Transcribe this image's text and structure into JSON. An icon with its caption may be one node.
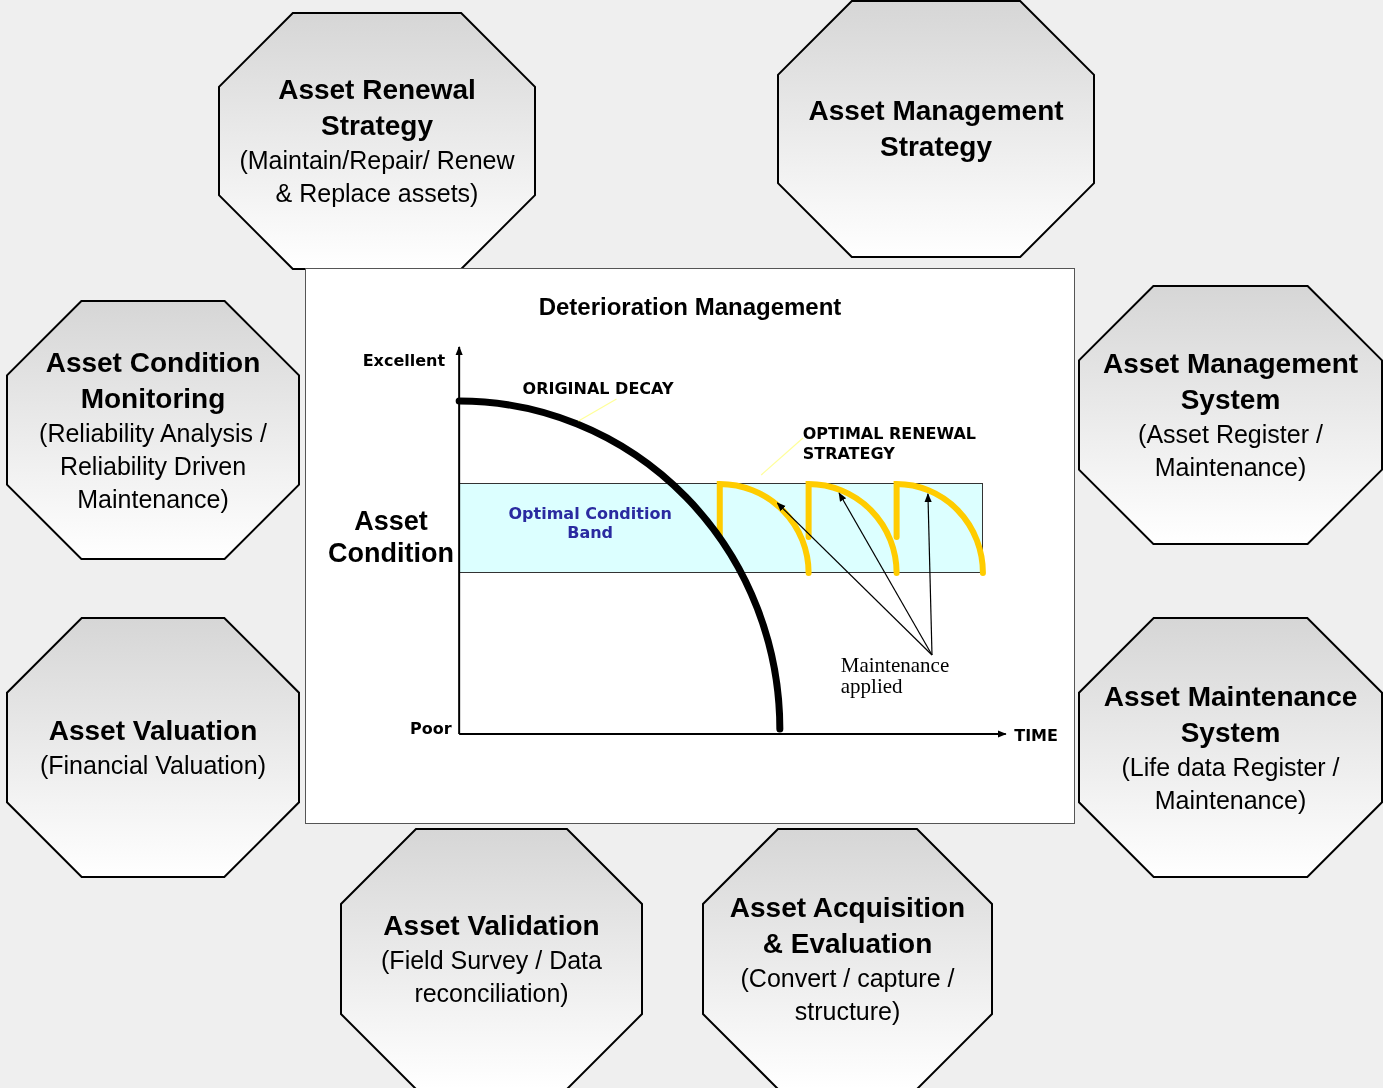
{
  "diagram": {
    "nodes": [
      {
        "text": [
          "Asset Renewal Strategy",
          "(Maintain/Repair/ Renew & Replace assets)"
        ]
      },
      {
        "text": [
          "Asset Management Strategy"
        ]
      },
      {
        "text": [
          "Asset Management System",
          "(Asset Register / Maintenance)"
        ]
      },
      {
        "text": [
          "Asset Condition Monitoring",
          "(Reliability Analysis / Reliability Driven Maintenance)"
        ]
      },
      {
        "text": [
          "Deterioration Management"
        ]
      },
      {
        "text": [
          "Optimal Condition Band"
        ],
        "in": 4
      },
      {
        "text": [
          "ORIGINAL DECAY"
        ],
        "in": 4
      },
      {
        "text": [
          "OPTIMAL RENEWAL STRATEGY"
        ],
        "in": 4
      },
      {
        "text": [
          "Maintenance applied"
        ],
        "in": 4
      },
      {
        "text": [
          "Asset Valuation",
          "(Financial Valuation)"
        ]
      },
      {
        "text": [
          "Asset Maintenance System",
          "(Life data Register / Maintenance)"
        ]
      },
      {
        "text": [
          "Asset Validation",
          "(Field Survey / Data reconciliation)"
        ]
      },
      {
        "text": [
          "Asset Acquisition & Evaluation",
          "(Convert / capture / structure)"
        ]
      },
      {
        "text": [],
        "shape": "curve",
        "in": 4
      },
      {
        "text": [],
        "shape": "curve",
        "in": 5
      }
    ],
    "edges": [
      {
        "from": 6,
        "to": 13,
        "arrow": "none",
        "color": "#ffff99"
      },
      {
        "from": 7,
        "to": 14,
        "arrow": "none",
        "color": "#ffff99"
      },
      {
        "from": 8,
        "to": 14,
        "arrow": "to"
      },
      {
        "from": 8,
        "to": 14,
        "arrow": "to"
      },
      {
        "from": 8,
        "to": 14,
        "arrow": "to"
      }
    ],
    "labels": [
      "Excellent",
      "Asset Condition",
      "Poor",
      "TIME"
    ]
  }
}
